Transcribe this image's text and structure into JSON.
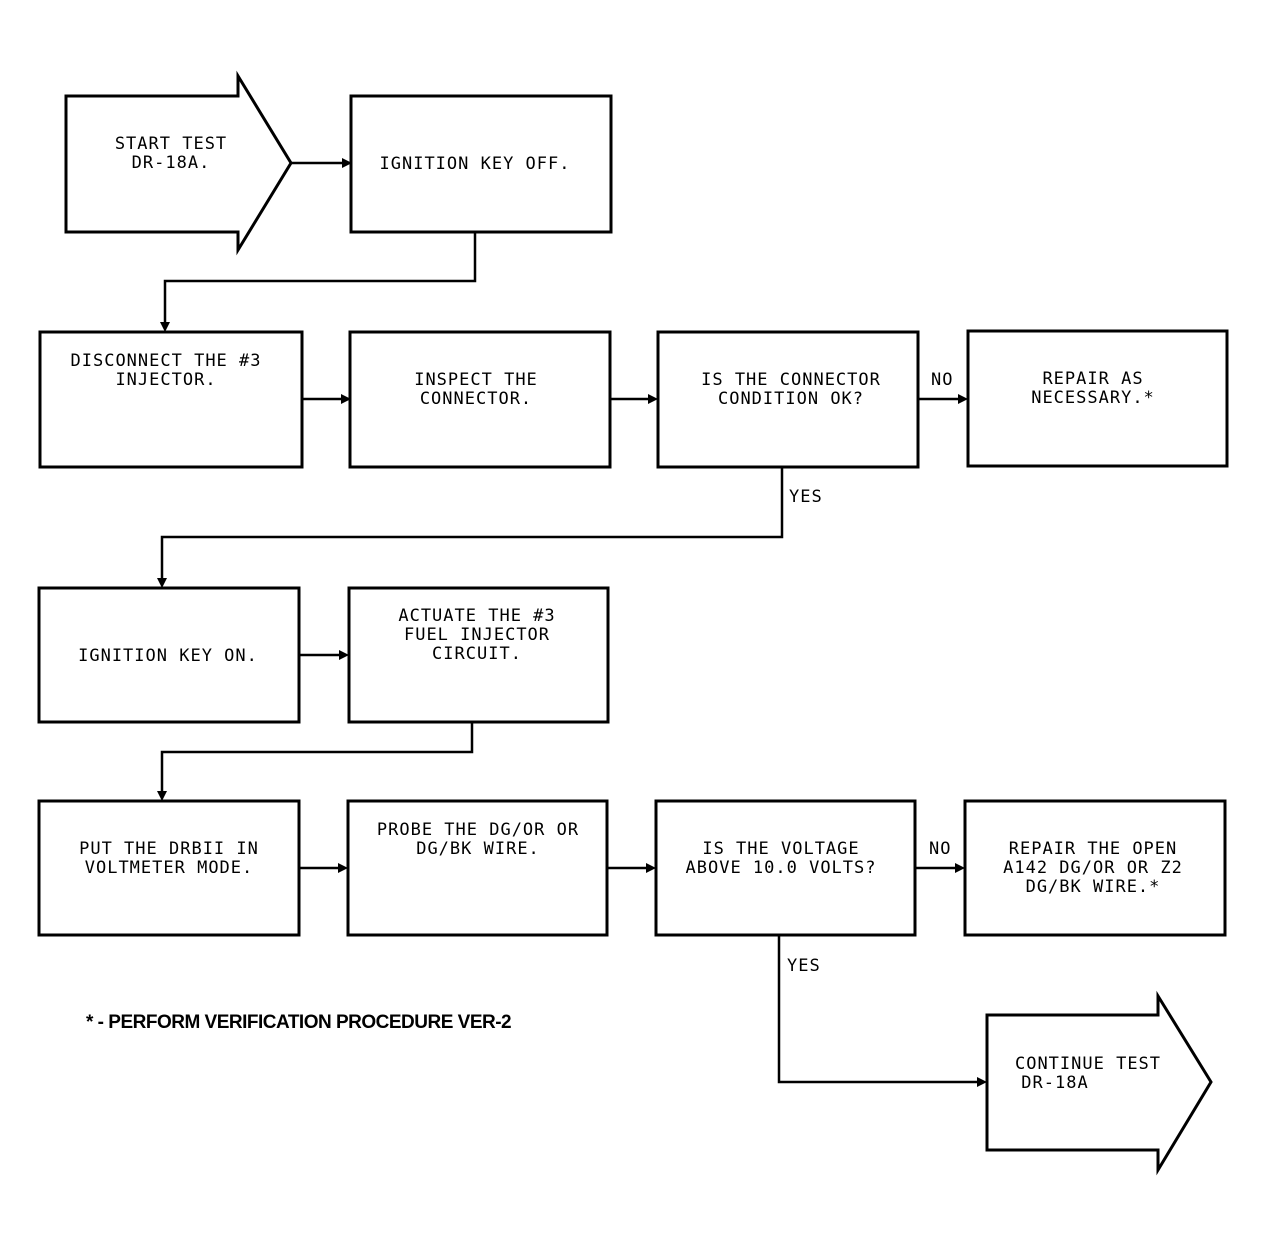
{
  "nodes": {
    "start": [
      "START TEST",
      "DR-18A."
    ],
    "ignition_off": [
      "IGNITION KEY OFF."
    ],
    "disconnect": [
      "DISCONNECT THE #3",
      "INJECTOR."
    ],
    "inspect": [
      "INSPECT THE",
      "CONNECTOR."
    ],
    "connector_ok": [
      "IS THE CONNECTOR",
      "CONDITION OK?"
    ],
    "repair_1": [
      "REPAIR AS",
      "NECESSARY.*"
    ],
    "ignition_on": [
      "IGNITION KEY ON."
    ],
    "actuate": [
      "ACTUATE THE #3",
      "FUEL INJECTOR",
      "CIRCUIT."
    ],
    "voltmeter": [
      "PUT THE DRBII IN",
      "VOLTMETER MODE."
    ],
    "probe": [
      "PROBE THE DG/OR OR",
      "DG/BK WIRE."
    ],
    "voltage": [
      "IS THE VOLTAGE",
      "ABOVE 10.0 VOLTS?"
    ],
    "repair_2": [
      "REPAIR THE OPEN",
      "A142 DG/OR OR Z2",
      "DG/BK WIRE.*"
    ],
    "continue": [
      "CONTINUE TEST",
      "DR-18A"
    ]
  },
  "edges": {
    "connector_no": "NO",
    "connector_yes": "YES",
    "voltage_no": "NO",
    "voltage_yes": "YES"
  },
  "footnote": "* - PERFORM VERIFICATION PROCEDURE VER-2"
}
